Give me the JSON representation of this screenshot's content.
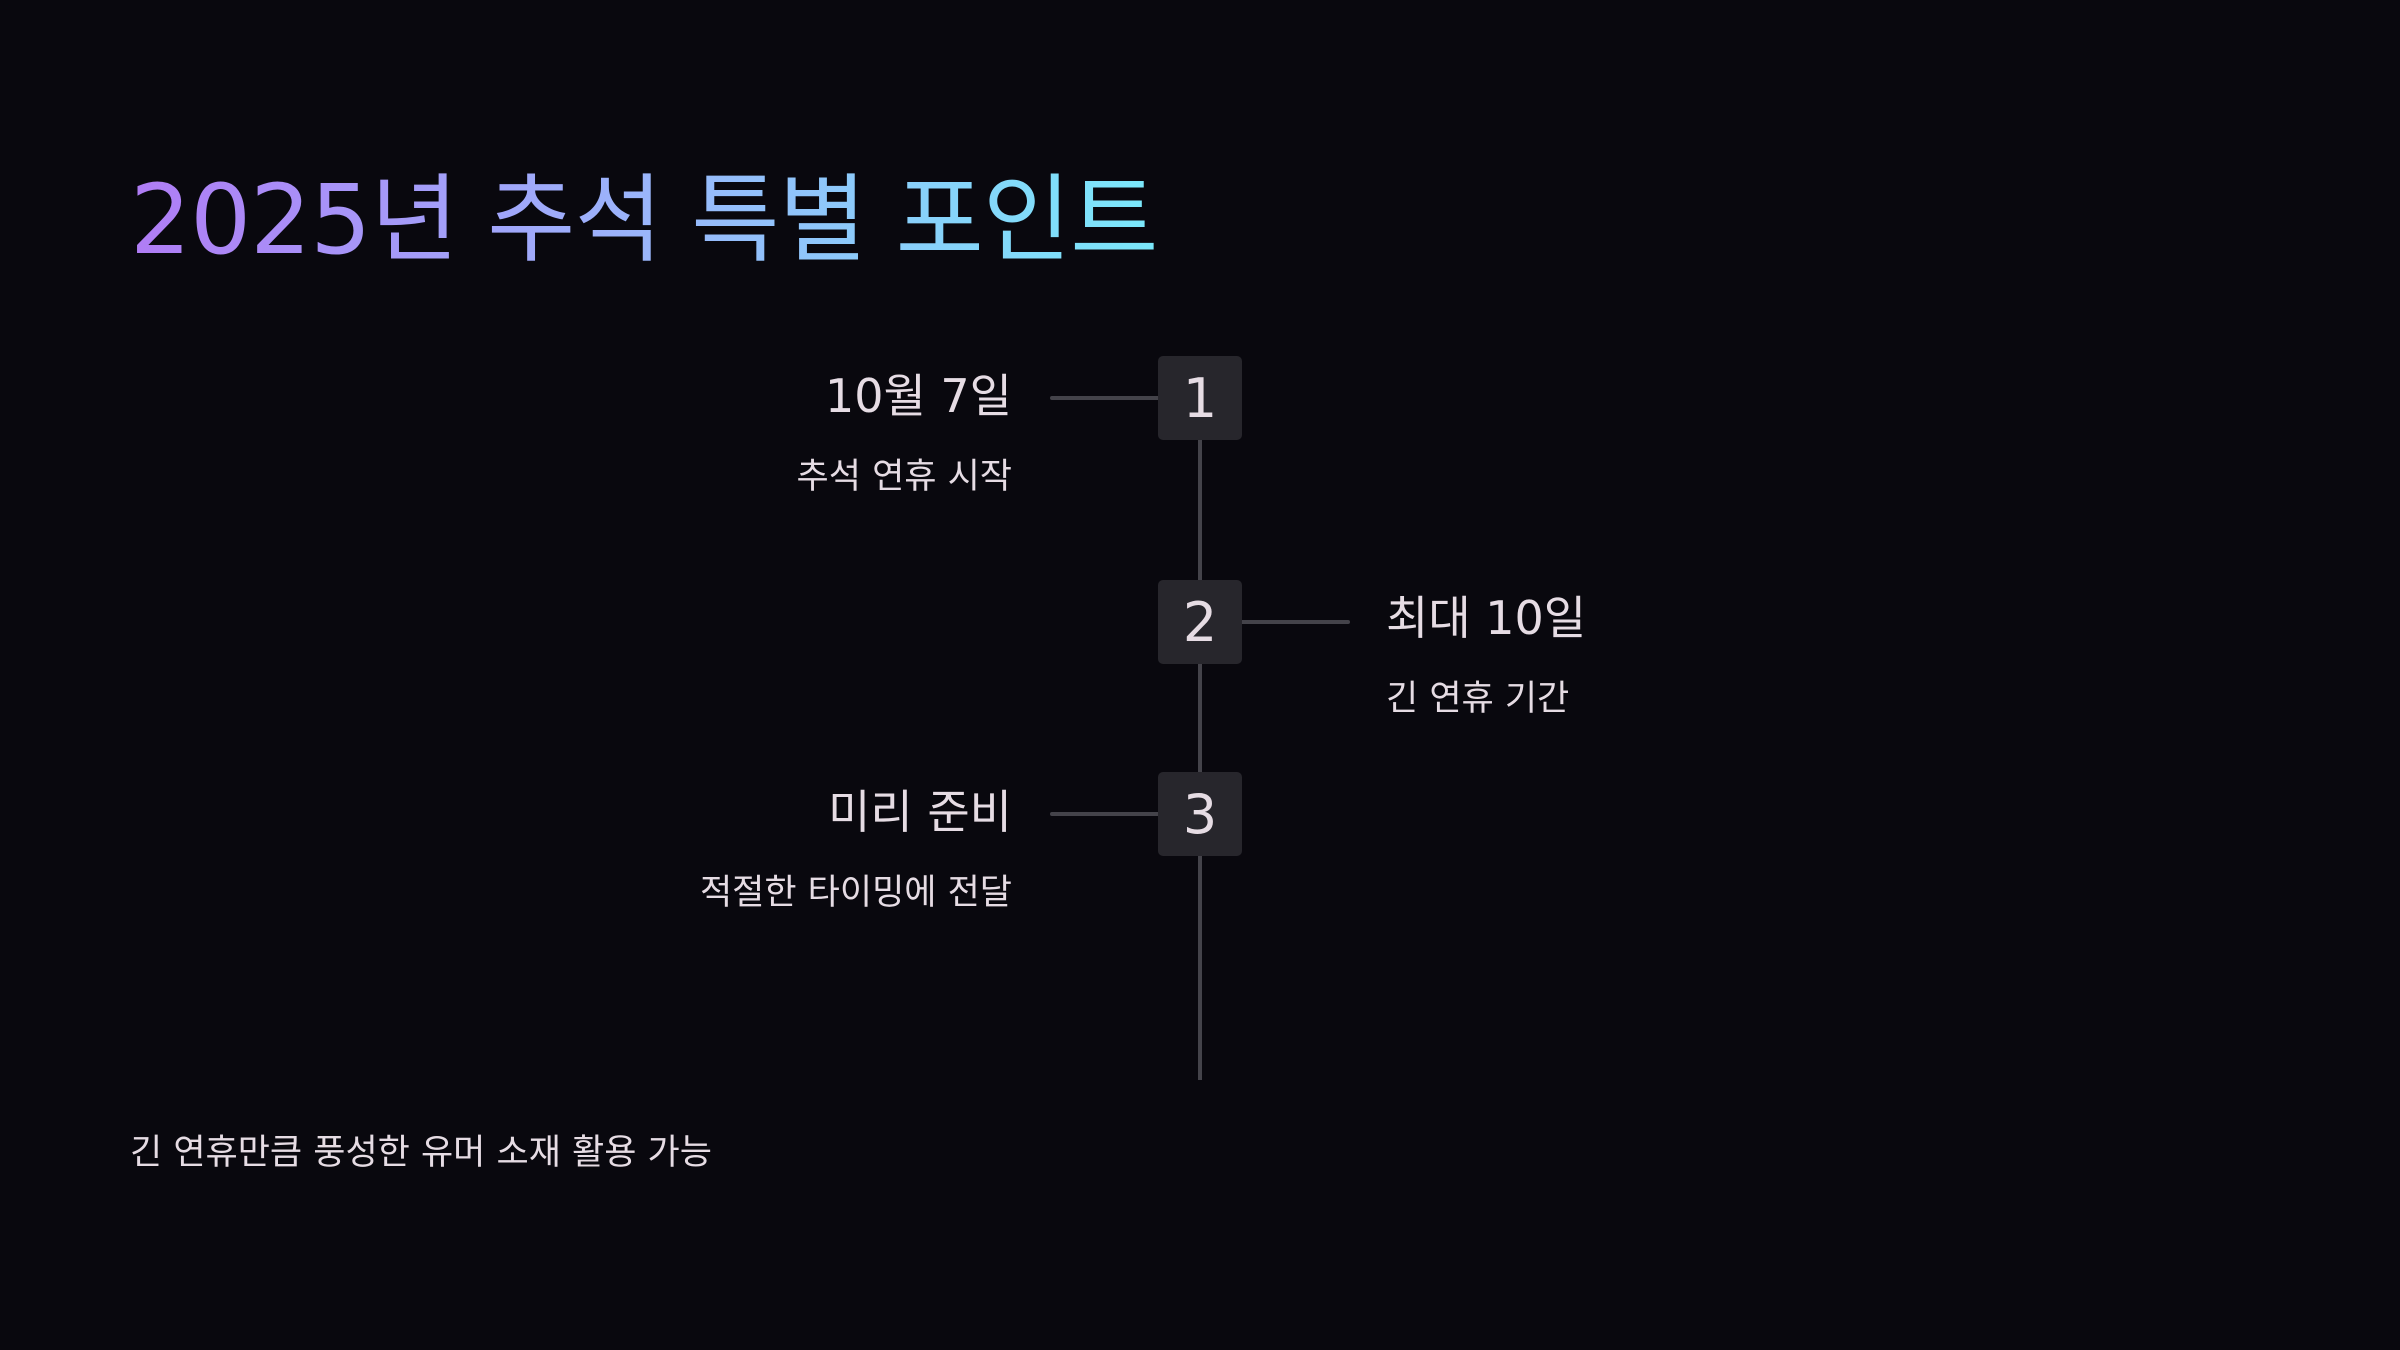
{
  "title": "2025년 추석 특별 포인트",
  "colors": {
    "background": "#09080e",
    "title_gradient_start": "#b07cf5",
    "title_gradient_end": "#7ae8fa",
    "node_bg": "#27262c",
    "line": "#44434a",
    "text": "#e6dce4"
  },
  "timeline": {
    "items": [
      {
        "number": "1",
        "heading": "10월 7일",
        "subtitle": "추석 연휴 시작",
        "side": "left"
      },
      {
        "number": "2",
        "heading": "최대 10일",
        "subtitle": "긴 연휴 기간",
        "side": "right"
      },
      {
        "number": "3",
        "heading": "미리 준비",
        "subtitle": "적절한 타이밍에 전달",
        "side": "left"
      }
    ]
  },
  "footer": "긴 연휴만큼 풍성한 유머 소재 활용 가능"
}
